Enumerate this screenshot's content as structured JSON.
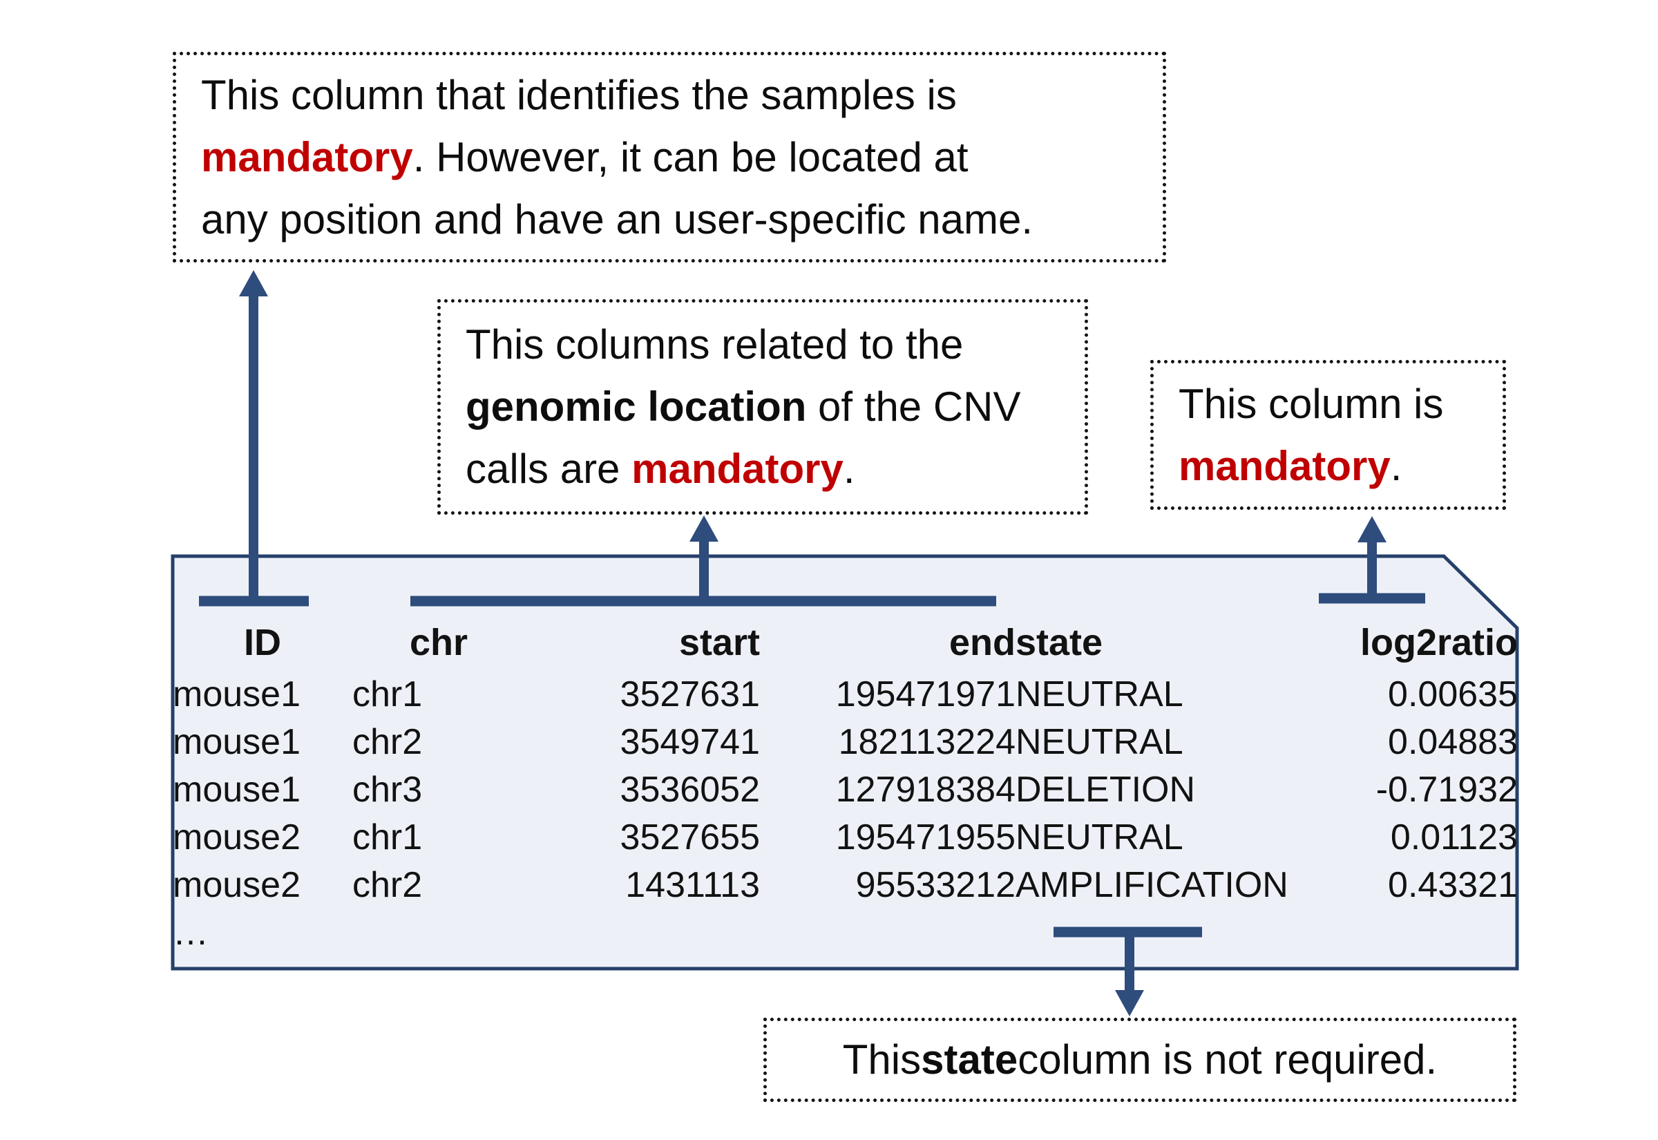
{
  "notes": {
    "sample_id": {
      "line1": "This column that identifies the samples is",
      "line2_red": "mandatory",
      "line2_rest": ". However, it can be located at",
      "line3": "any position and have an user-specific name."
    },
    "genomic": {
      "line1": "This columns related to the",
      "line2_bold": "genomic location",
      "line2_rest": " of the CNV",
      "line3_pre": "calls are ",
      "line3_red": "mandatory",
      "line3_end": "."
    },
    "log2ratio": {
      "line1": "This column is",
      "line2_red": "mandatory",
      "line2_end": "."
    },
    "state": {
      "pre": "This ",
      "bold": "state",
      "rest": " column is not required."
    }
  },
  "table": {
    "headers": [
      "ID",
      "chr",
      "start",
      "end",
      "state",
      "log2ratio"
    ],
    "rows": [
      [
        "mouse1",
        "chr1",
        "3527631",
        "195471971",
        "NEUTRAL",
        "0.00635"
      ],
      [
        "mouse1",
        "chr2",
        "3549741",
        "182113224",
        "NEUTRAL",
        "0.04883"
      ],
      [
        "mouse1",
        "chr3",
        "3536052",
        "127918384",
        "DELETION",
        "-0.71932"
      ],
      [
        "mouse2",
        "chr1",
        "3527655",
        "195471955",
        "NEUTRAL",
        "0.01123"
      ],
      [
        "mouse2",
        "chr2",
        "1431113",
        "95533212",
        "AMPLIFICATION",
        "0.43321"
      ]
    ],
    "ellipsis": "…"
  },
  "colors": {
    "arrow_navy": "#2e4c7c",
    "panel_fill": "#edf1f7",
    "panel_border": "#26406b",
    "mandatory_red": "#c00000"
  }
}
